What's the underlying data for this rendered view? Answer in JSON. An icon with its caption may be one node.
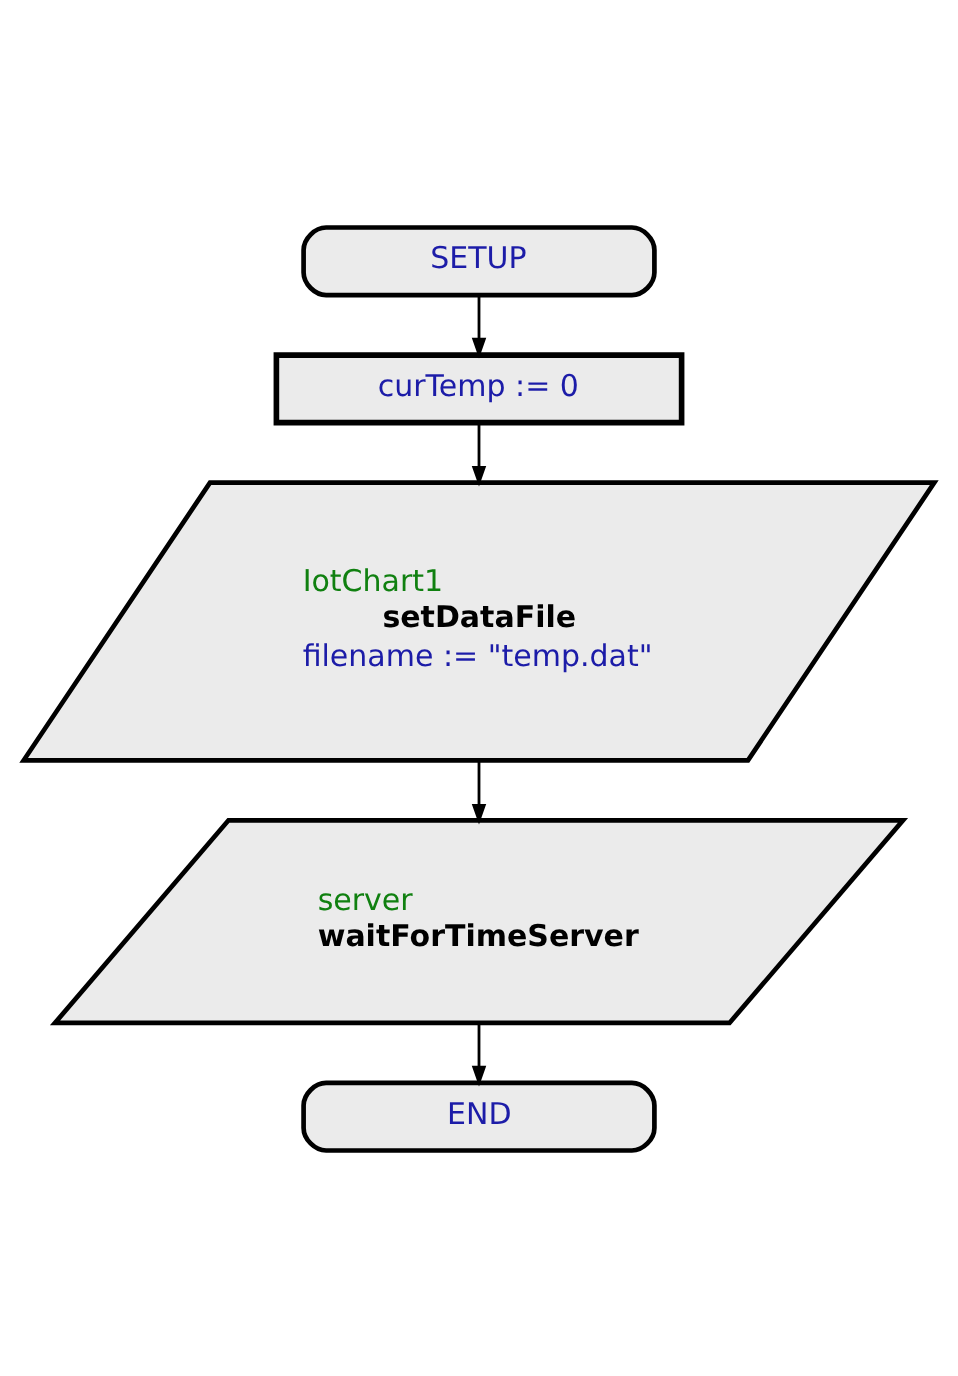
{
  "diagram": {
    "nodes": [
      {
        "text": [
          "SETUP"
        ]
      },
      {
        "text": [
          "curTemp := 0"
        ]
      },
      {
        "text": [
          "IotChart1",
          "setDataFile",
          "filename := \"temp.dat\""
        ]
      },
      {
        "text": [
          "server",
          "waitForTimeServer"
        ]
      },
      {
        "text": [
          "END"
        ]
      }
    ],
    "edges": [
      {
        "from": 0,
        "to": 1,
        "arrow": "to"
      },
      {
        "from": 1,
        "to": 2,
        "arrow": "to"
      },
      {
        "from": 2,
        "to": 3,
        "arrow": "to"
      },
      {
        "from": 3,
        "to": 4,
        "arrow": "to"
      }
    ]
  }
}
